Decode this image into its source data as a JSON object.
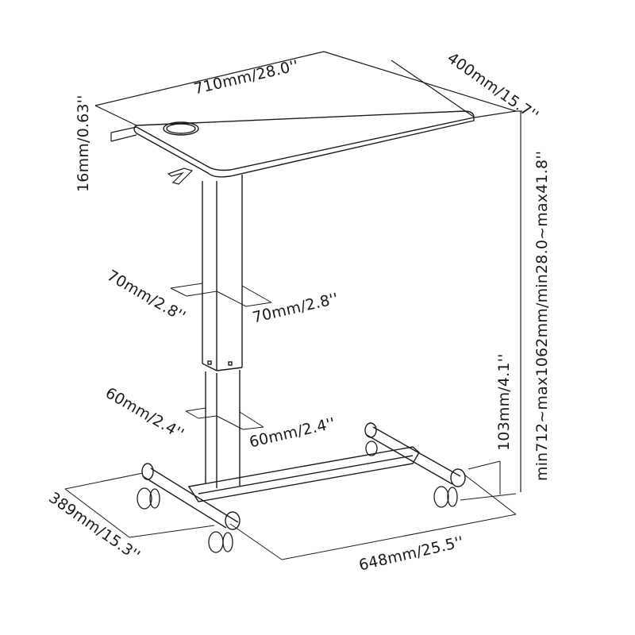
{
  "diagram": {
    "subject": "Mobile height-adjustable overbed table",
    "dimensions": {
      "desk_length": "710mm/28.0''",
      "desk_width": "400mm/15.7''",
      "desk_thickness": "16mm/0.63''",
      "upper_column_depth": "70mm/2.8''",
      "upper_column_width": "70mm/2.8''",
      "lower_column_depth": "60mm/2.4''",
      "lower_column_width": "60mm/2.4''",
      "base_depth": "389mm/15.3''",
      "base_length": "648mm/25.5''",
      "base_height": "103mm/4.1''",
      "height_range": "min712~max1062mm/min28.0~max41.8''"
    },
    "colors": {
      "line": "#1a1a1a",
      "background": "#ffffff"
    }
  }
}
